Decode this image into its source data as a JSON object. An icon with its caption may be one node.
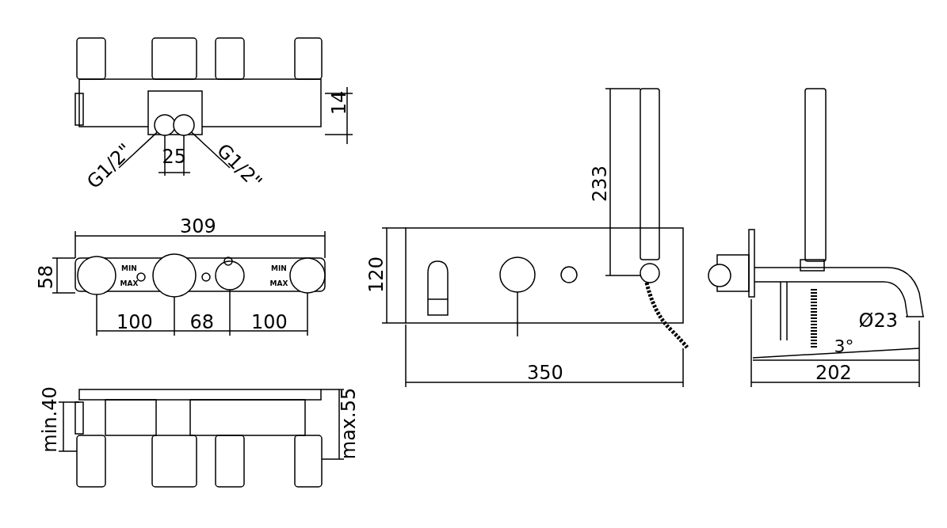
{
  "diagram": {
    "nodes": [
      {
        "text": [
          "G1/2\""
        ]
      },
      {
        "text": [],
        "shape": "circle"
      },
      {
        "text": [
          "G1/2\""
        ]
      },
      {
        "text": [],
        "shape": "circle"
      }
    ],
    "edges": [
      {
        "from": 0,
        "to": 1,
        "arrow": "none"
      },
      {
        "from": 2,
        "to": 3,
        "arrow": "none"
      }
    ],
    "labels": [
      "14",
      "25",
      "233",
      "309",
      "58",
      "MIN",
      "MAX",
      "MIN",
      "MAX",
      "120",
      "100",
      "68",
      "100",
      "Ø23",
      "3°",
      "350",
      "202",
      "min.40",
      "max.55"
    ]
  }
}
